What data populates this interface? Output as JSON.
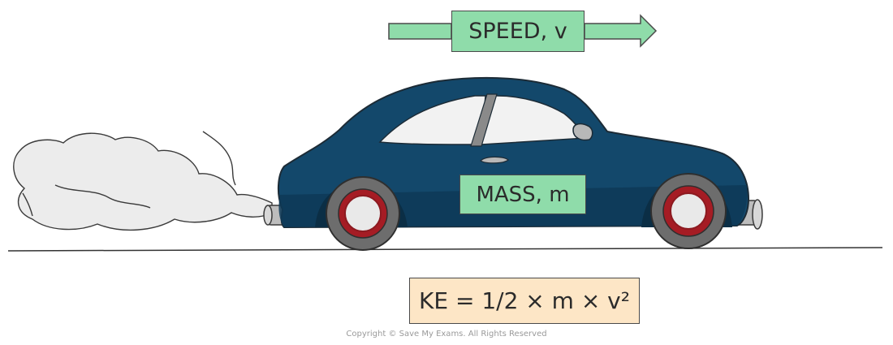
{
  "colors": {
    "label_fill_green": "#8fdcaa",
    "label_fill_peach": "#fde6c6",
    "car_body": "#13486b",
    "car_body_shadow": "#0e3a57",
    "window_glass": "#f2f2f2",
    "wheel_rim": "#a51c24",
    "tyre": "#6d6d6d",
    "exhaust_smoke": "#ececec",
    "arrow_fill": "#8fdcaa"
  },
  "icons": {
    "car": "car-icon",
    "arrow": "arrow-right-icon",
    "smoke": "smoke-icon"
  },
  "labels": {
    "speed": "SPEED, v",
    "mass": "MASS, m",
    "kinetic_energy": "KE = 1/2 × m × v²"
  },
  "footer": {
    "copyright": "Copyright © Save My Exams. All Rights Reserved"
  }
}
